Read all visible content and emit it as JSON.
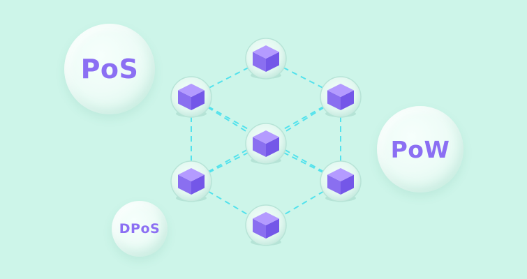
{
  "labels": {
    "pos": "PoS",
    "pow": "PoW",
    "dpos": "DPoS"
  },
  "colors": {
    "background": "#cdf5e9",
    "label": "#8b6ff3",
    "link": "#52e2ec",
    "cube_top": "#b49bff",
    "cube_left": "#8a6ff0",
    "cube_right": "#7457e8"
  },
  "network": {
    "nodes": [
      {
        "id": "top"
      },
      {
        "id": "upper-left"
      },
      {
        "id": "upper-right"
      },
      {
        "id": "center"
      },
      {
        "id": "lower-left"
      },
      {
        "id": "lower-right"
      },
      {
        "id": "bottom"
      }
    ],
    "links": [
      [
        "top",
        "upper-left"
      ],
      [
        "top",
        "upper-right"
      ],
      [
        "upper-left",
        "lower-left"
      ],
      [
        "upper-right",
        "lower-right"
      ],
      [
        "lower-left",
        "bottom"
      ],
      [
        "lower-right",
        "bottom"
      ],
      [
        "upper-left",
        "center"
      ],
      [
        "upper-right",
        "center"
      ],
      [
        "center",
        "lower-left"
      ],
      [
        "center",
        "lower-right"
      ],
      [
        "upper-left",
        "lower-right"
      ],
      [
        "upper-right",
        "lower-left"
      ]
    ]
  }
}
